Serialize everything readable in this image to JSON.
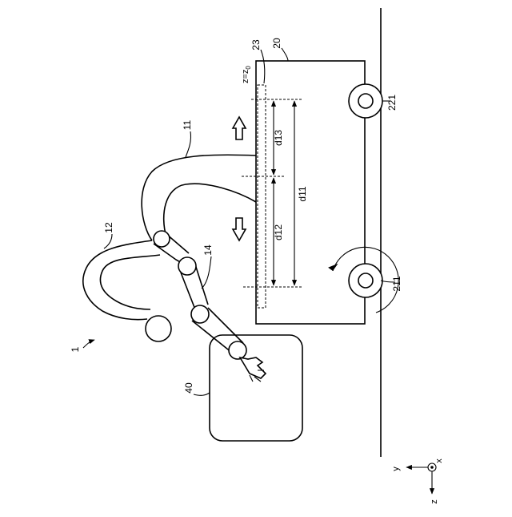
{
  "labels": {
    "system": "1",
    "arm_body": "11",
    "cable": "12",
    "manipulator": "14",
    "table": "20",
    "caster_front": "211",
    "caster_rear": "221",
    "rail": "23",
    "target": "40",
    "z_eq": "z=z",
    "z_sub": "0",
    "d11": "d11",
    "d12": "d12",
    "d13": "d13"
  },
  "axes": {
    "x": "x",
    "y": "y",
    "z": "z"
  },
  "colors": {
    "line": "#000000",
    "background": "#ffffff"
  }
}
